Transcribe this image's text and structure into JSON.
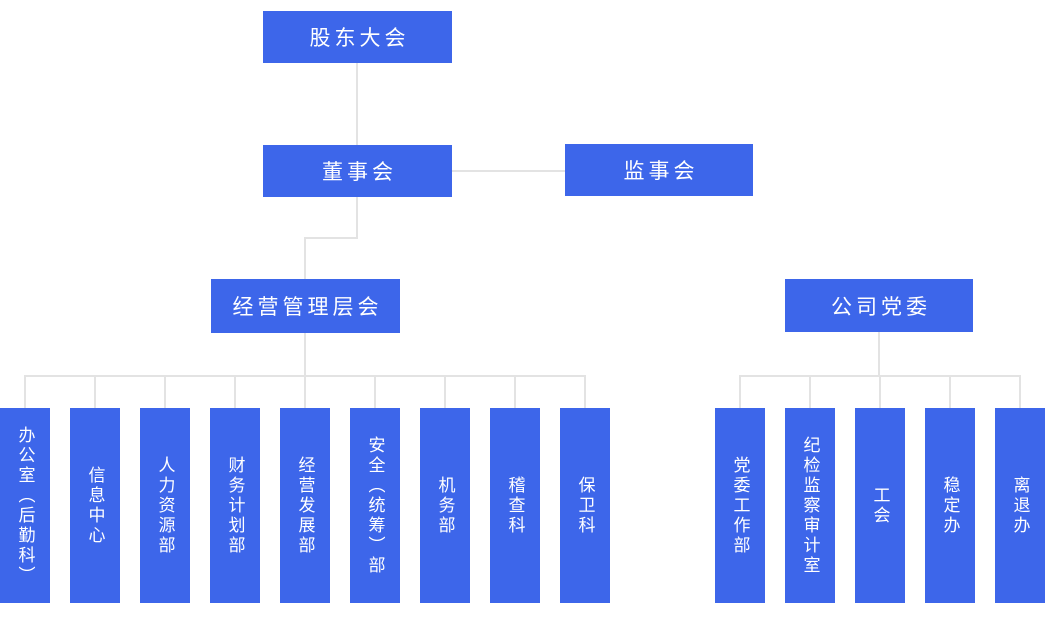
{
  "palette": {
    "node_bg": "#3D66EA",
    "node_text": "#FFFFFF",
    "connector": "#E3E3E3",
    "canvas_bg": "#FFFFFF"
  },
  "nodes": {
    "shareholders_meeting": "股东大会",
    "board_of_directors": "董事会",
    "supervisory_board": "监事会",
    "management_committee": "经营管理层会",
    "party_committee": "公司党委"
  },
  "management_departments": [
    "办公室（后勤科）",
    "信息中心",
    "人力资源部",
    "财务计划部",
    "经营发展部",
    "安全（统筹）部",
    "机务部",
    "稽查科",
    "保卫科"
  ],
  "party_departments": [
    "党委工作部",
    "纪检监察审计室",
    "工会",
    "稳定办",
    "离退办"
  ]
}
